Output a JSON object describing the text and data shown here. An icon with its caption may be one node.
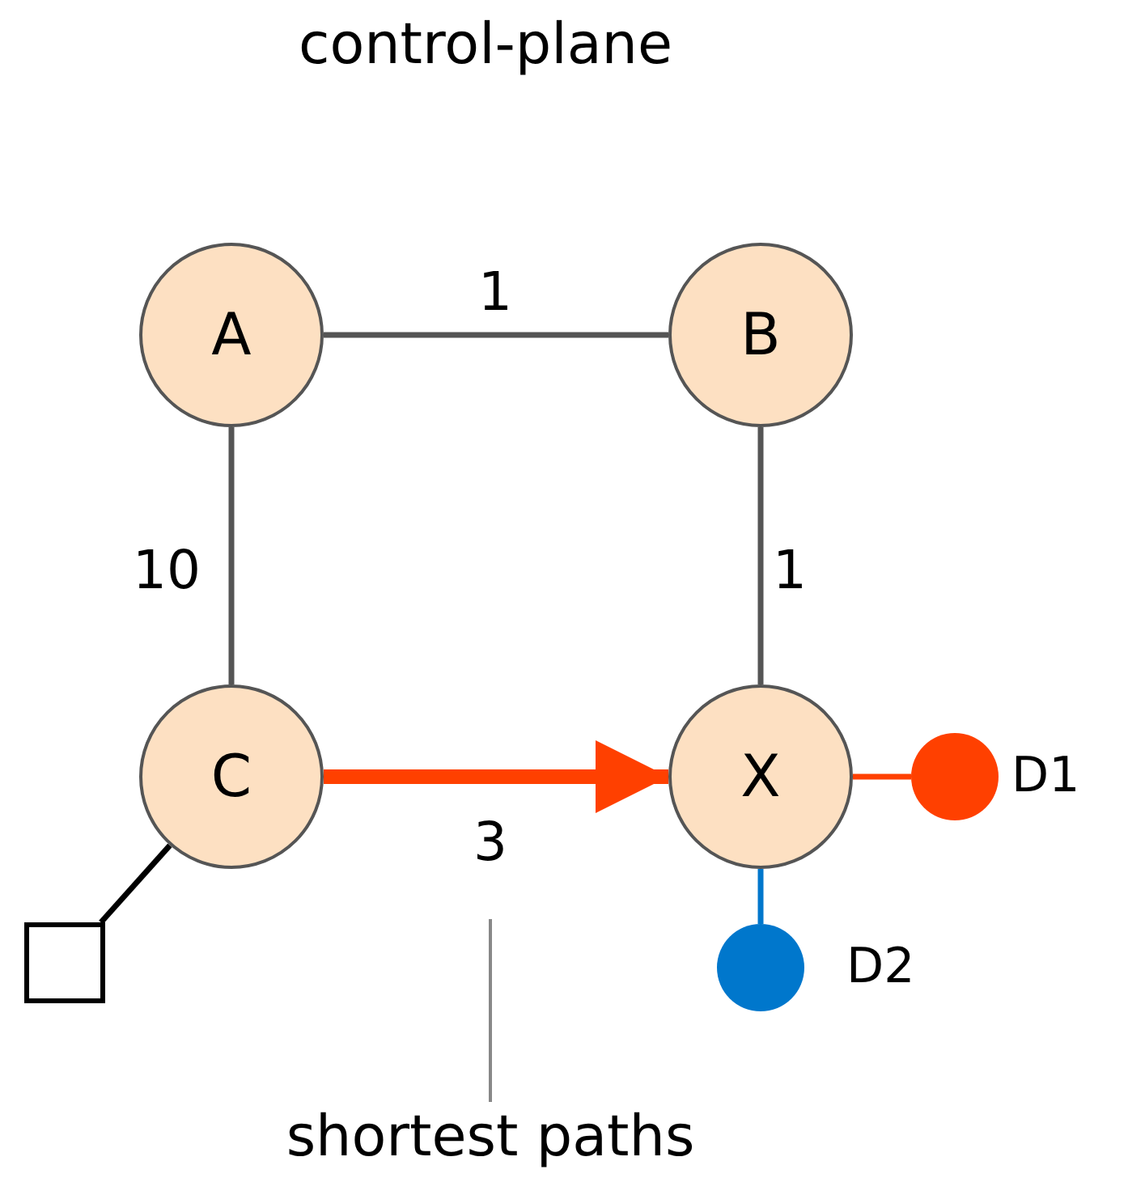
{
  "diagram": {
    "title": "control-plane",
    "nodes": [
      {
        "text": [
          "A"
        ]
      },
      {
        "text": [
          "B"
        ]
      },
      {
        "text": [
          "C"
        ]
      },
      {
        "text": [
          "X"
        ]
      },
      {
        "text": [],
        "shape": "circle",
        "beside": [
          "D1"
        ]
      },
      {
        "text": [],
        "shape": "circle",
        "beside": [
          "D2"
        ]
      },
      {
        "text": [],
        "shape": "box"
      },
      {
        "text": [
          "shortest paths"
        ]
      }
    ],
    "edges": [
      {
        "from": 0,
        "to": 1,
        "arrow": "none",
        "label": "1"
      },
      {
        "from": 0,
        "to": 2,
        "arrow": "none",
        "label": "10"
      },
      {
        "from": 1,
        "to": 3,
        "arrow": "none",
        "label": "1"
      },
      {
        "from": 2,
        "to": 3,
        "arrow": "to",
        "label": "3",
        "style": "thick",
        "color": "#ff4000"
      },
      {
        "from": 3,
        "to": 4,
        "arrow": "none",
        "color": "#ff4000"
      },
      {
        "from": 3,
        "to": 5,
        "arrow": "none",
        "color": "#0077cc"
      },
      {
        "from": 2,
        "to": 6,
        "arrow": "none",
        "color": "#000000"
      },
      {
        "from": 7,
        "to": null,
        "arrow": "none",
        "color": "#888888"
      }
    ]
  }
}
